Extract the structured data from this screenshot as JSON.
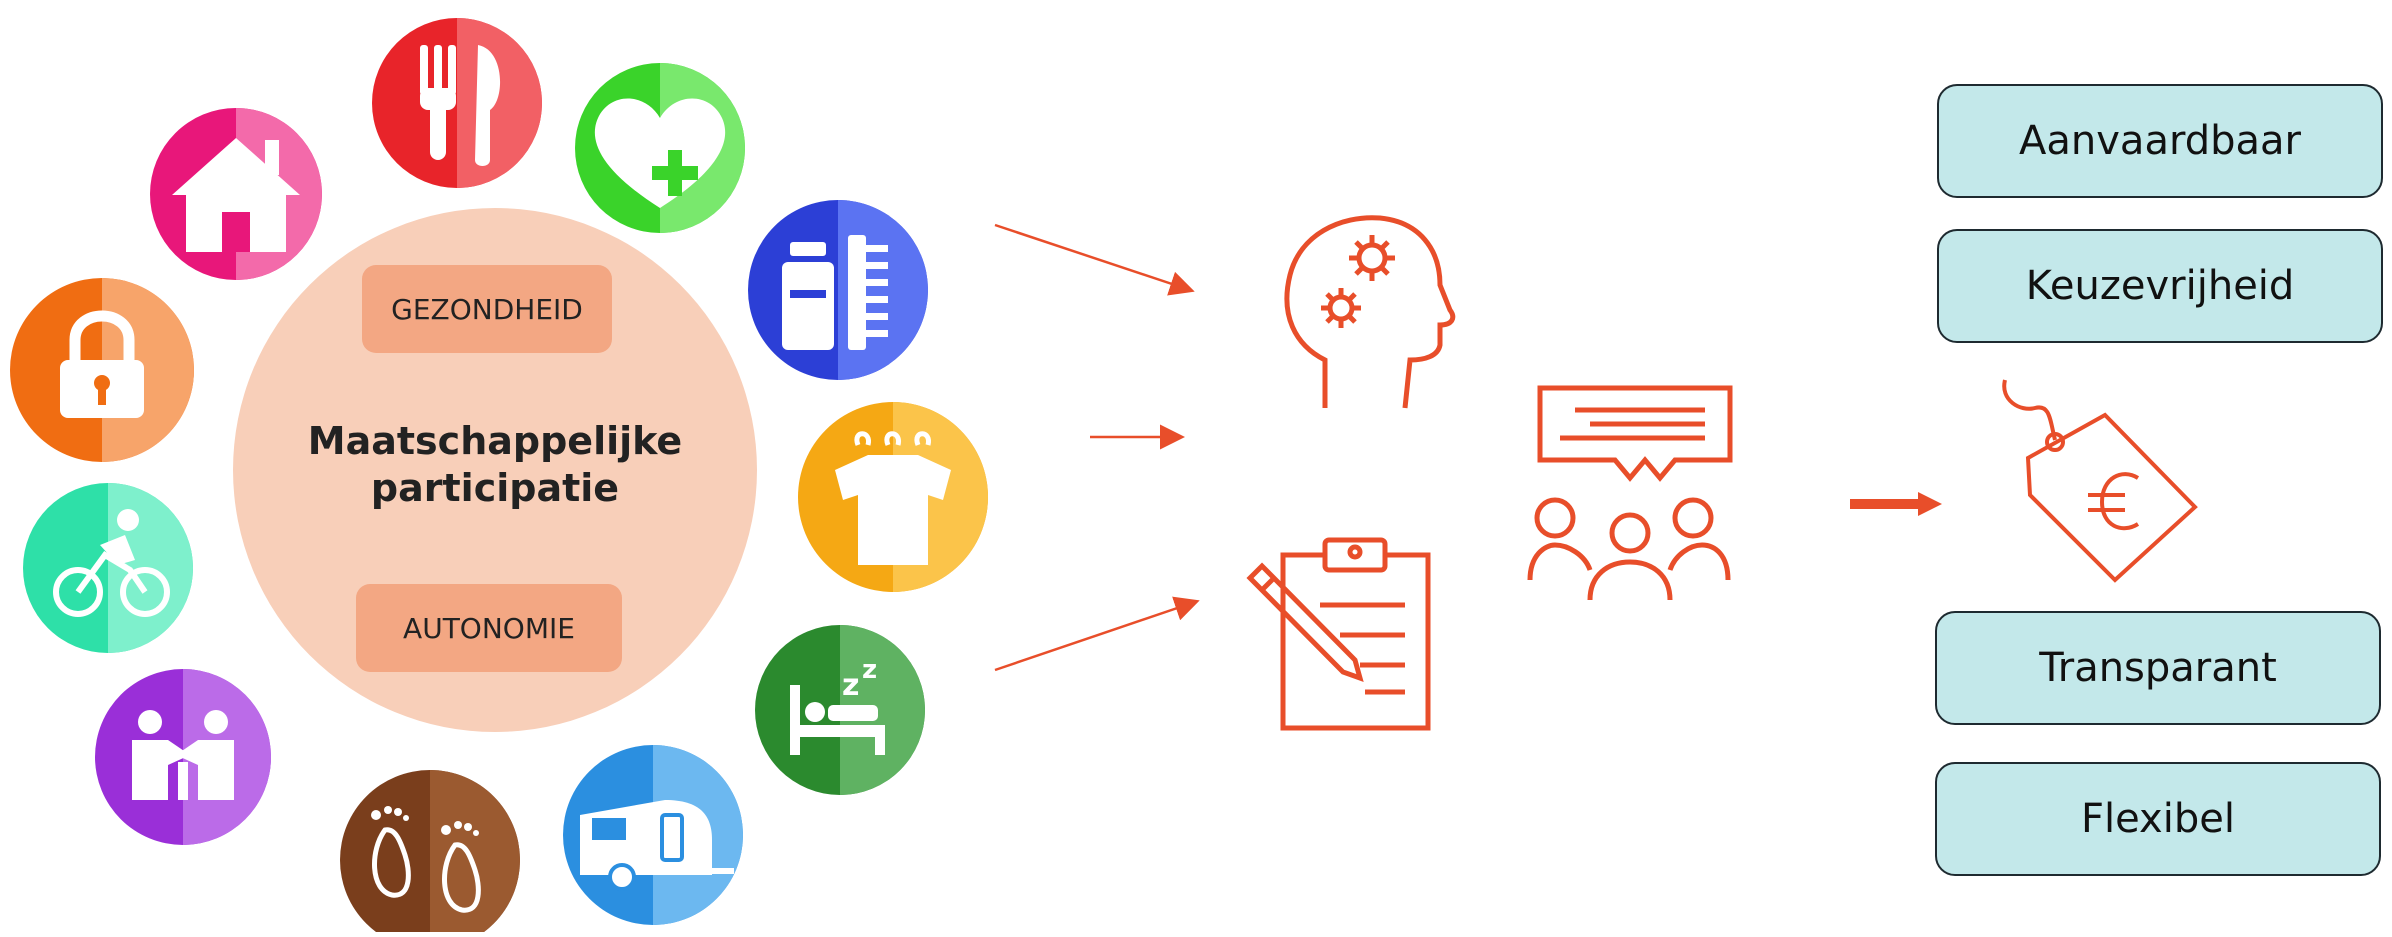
{
  "center": {
    "title_line1": "Maatschappelijke",
    "title_line2": "participatie",
    "badge_top": "GEZONDHEID",
    "badge_bottom": "AUTONOMIE"
  },
  "domain_icons": [
    {
      "name": "fork-knife-icon",
      "color": "#e8242a"
    },
    {
      "name": "heart-plus-icon",
      "color": "#3ad32a"
    },
    {
      "name": "bottle-comb-icon",
      "color": "#2c3fd6"
    },
    {
      "name": "clothes-hangers-icon",
      "color": "#f5a814"
    },
    {
      "name": "sleep-bed-icon",
      "color": "#2b8a2e"
    },
    {
      "name": "caravan-icon",
      "color": "#2b8fe0"
    },
    {
      "name": "footprints-icon",
      "color": "#7a3e1c"
    },
    {
      "name": "two-people-meeting-icon",
      "color": "#9a2fd8"
    },
    {
      "name": "cyclist-icon",
      "color": "#2ee0a8"
    },
    {
      "name": "padlock-icon",
      "color": "#f06d12"
    },
    {
      "name": "house-icon",
      "color": "#e8177a"
    }
  ],
  "process_icons": [
    {
      "name": "head-gears-icon"
    },
    {
      "name": "clipboard-pencil-icon"
    },
    {
      "name": "group-discussion-icon"
    },
    {
      "name": "euro-price-tag-icon"
    }
  ],
  "criteria": [
    "Aanvaardbaar",
    "Keuzevrijheid",
    "Transparant",
    "Flexibel"
  ],
  "colors": {
    "accent": "#e84e2a",
    "center_circle": "#f8cfb9",
    "badge": "#f3a783",
    "criteria_fill": "#c3e8ea",
    "criteria_border": "#1e2a30"
  }
}
